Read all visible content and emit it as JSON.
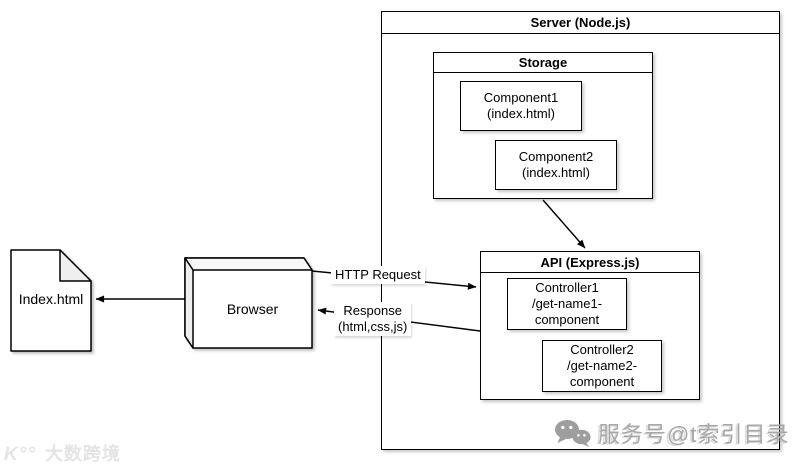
{
  "server": {
    "title": "Server (Node.js)"
  },
  "storage": {
    "title": "Storage",
    "component1": [
      "Component1",
      "(index.html)"
    ],
    "component2": [
      "Component2",
      "(index.html)"
    ]
  },
  "api": {
    "title": "API (Express.js)",
    "controller1": [
      "Controller1",
      "/get-name1-",
      "component"
    ],
    "controller2": [
      "Controller2",
      "/get-name2-",
      "component"
    ]
  },
  "browser": {
    "label": "Browser"
  },
  "index_file": {
    "label": "Index.html"
  },
  "connections": {
    "http_request_label": "HTTP Request",
    "response_label": [
      "Response",
      "(html,css,js)"
    ]
  },
  "watermarks": {
    "bottom_left_logo": "K°°",
    "bottom_left_text": "大数跨境",
    "bottom_right_text": "服务号@t索引目录"
  },
  "colors": {
    "line": "#000000",
    "fill": "#ffffff",
    "shade": "#f0f0f0",
    "watermark_gray": "#a8a8a8",
    "watermark_light": "#e4e4e4"
  }
}
